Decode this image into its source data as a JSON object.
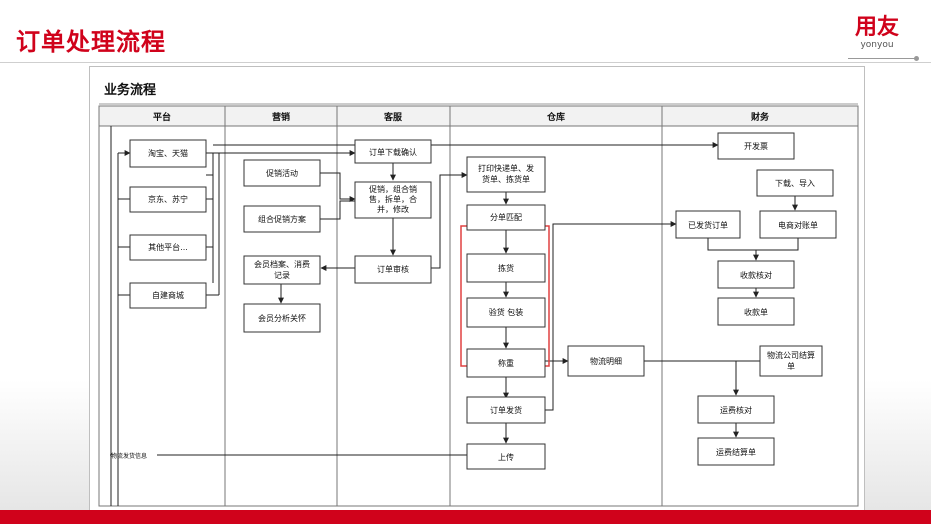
{
  "slide": {
    "title": "订单处理流程",
    "logo_main": "用友",
    "logo_sub": "yonyou"
  },
  "diagram": {
    "title": "业务流程",
    "lanes": [
      "平台",
      "营销",
      "客服",
      "仓库",
      "财务"
    ],
    "boxes": {
      "taobao": "淘宝、天猫",
      "jd": "京东、苏宁",
      "other_platform": "其他平台...",
      "own_mall": "自建商城",
      "promo_activity": "促销活动",
      "combo_promo": "组合促销方案",
      "member_file": [
        "会员档案、消费",
        "记录"
      ],
      "member_care": "会员分析关怀",
      "order_download": "订单下载确认",
      "promo_edit": [
        "促销，组合销",
        "售，拆单，合",
        "并，修改"
      ],
      "order_audit": "订单审核",
      "print_express": [
        "打印快递单、发",
        "货单、拣货单"
      ],
      "split_match": "分单匹配",
      "picking": "拣货",
      "inspect_pack": "验货 包装",
      "weigh": "称重",
      "order_ship": "订单发货",
      "upload": "上传",
      "logistics_detail": "物流明细",
      "invoice": "开发票",
      "download_import": "下载、导入",
      "shipped_order": "已发货订单",
      "ecom_statement": "电商对账单",
      "receipt_check": "收款核对",
      "receipt": "收款单",
      "logistics_settle": [
        "物流公司结算",
        "单"
      ],
      "freight_check": "运费核对",
      "freight_settle": "运费结算单"
    },
    "edge_label": "物流发货信息",
    "highlight_color": "#e04040",
    "line_color": "#222222"
  }
}
